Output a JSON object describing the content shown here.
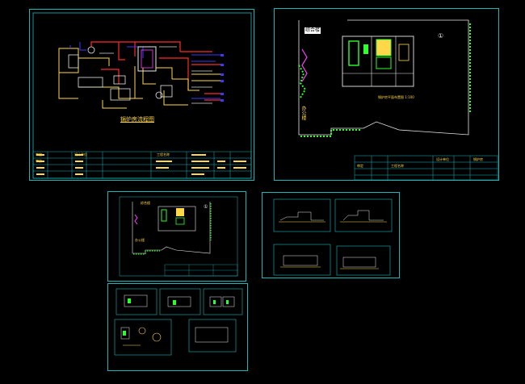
{
  "sheet1": {
    "title": "锅炉房流程图",
    "title_block": [
      "设计单位",
      "工程名称",
      "审定",
      "审核"
    ]
  },
  "sheet2": {
    "building_label": "综合楼",
    "office_label": "办公楼",
    "plan_caption": "锅炉房平面布置图 1:100",
    "north_mark": "①",
    "title_block": [
      "工程名称",
      "设计单位",
      "审定",
      "锅炉房"
    ]
  },
  "sheet3": {
    "building_label": "综合楼",
    "office_label": "办公楼",
    "north_mark": "①"
  },
  "colors": {
    "frame": "#18b8b8",
    "pipe_red": "#ff2a2a",
    "pipe_yellow": "#ffd84a",
    "pipe_blue": "#3a3aff",
    "pipe_white": "#e8e8e8",
    "equipment_green": "#2dff2d",
    "equipment_magenta": "#ff40ff",
    "text_yellow": "#ffd84a"
  }
}
